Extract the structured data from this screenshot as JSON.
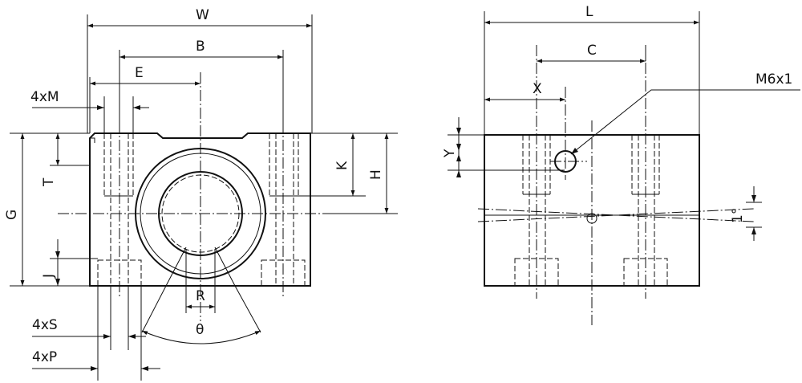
{
  "labels": {
    "W": "W",
    "B": "B",
    "E": "E",
    "M": "4xM",
    "T": "T",
    "G": "G",
    "K": "K",
    "H": "H",
    "J": "J",
    "R": "R",
    "theta": "θ",
    "S": "4xS",
    "P": "4xP",
    "L": "L",
    "C": "C",
    "X": "X",
    "Y": "Y",
    "M6": "M6x1",
    "deg": "1°"
  }
}
